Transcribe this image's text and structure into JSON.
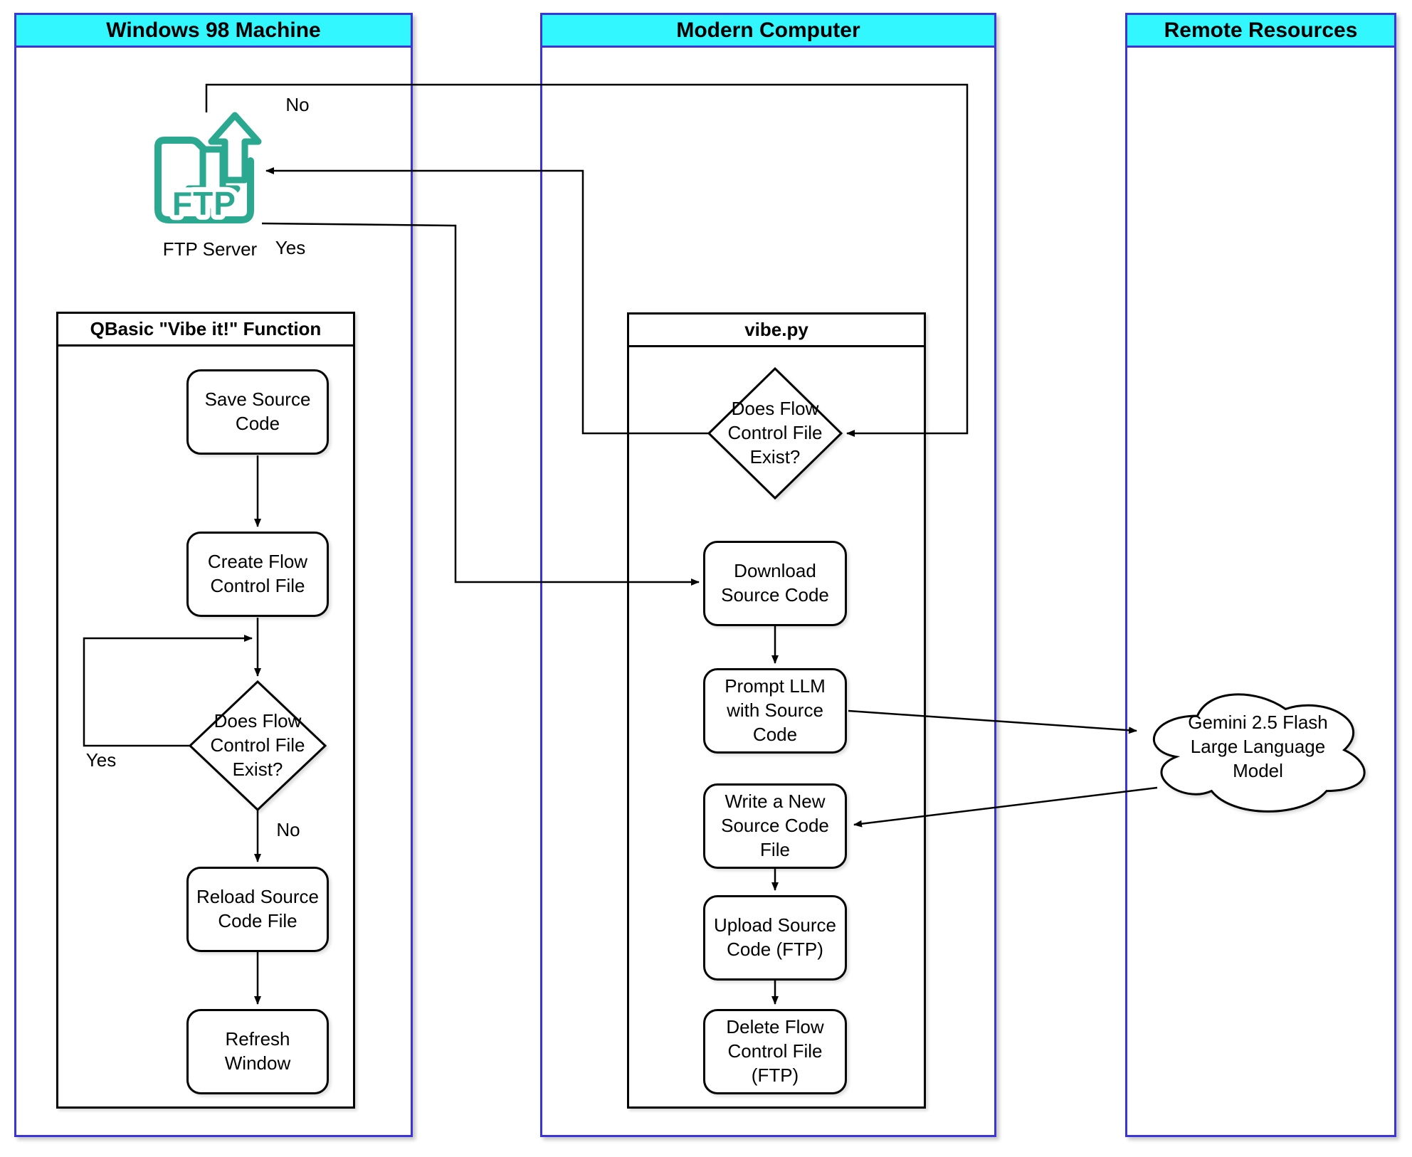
{
  "diagram": {
    "lanes": [
      {
        "id": "win98",
        "title": "Windows 98 Machine"
      },
      {
        "id": "modern",
        "title": "Modern Computer"
      },
      {
        "id": "remote",
        "title": "Remote Resources"
      }
    ],
    "ftp_server": {
      "label": "FTP Server",
      "icon": "ftp-folder-transfer-icon",
      "icon_text": "FTP",
      "icon_color": "#2AA890"
    },
    "qbasic_group": {
      "title": "QBasic \"Vibe it!\" Function",
      "nodes": {
        "save": {
          "label": "Save Source Code"
        },
        "create": {
          "label": "Create Flow Control File"
        },
        "decision": {
          "label": "Does Flow Control File Exist?"
        },
        "reload": {
          "label": "Reload Source Code File"
        },
        "refresh": {
          "label": "Refresh Window"
        }
      }
    },
    "vibepy_group": {
      "title": "vibe.py",
      "nodes": {
        "decision": {
          "label": "Does Flow Control File Exist?"
        },
        "download": {
          "label": "Download Source Code"
        },
        "prompt": {
          "label": "Prompt LLM with Source Code"
        },
        "write": {
          "label": "Write a New Source Code File"
        },
        "upload": {
          "label": "Upload Source Code (FTP)"
        },
        "delete": {
          "label": "Delete Flow Control File (FTP)"
        }
      }
    },
    "cloud": {
      "label": "Gemini 2.5 Flash Large Language Model"
    },
    "edge_labels": {
      "ftp_to_vibepy_decision": "No",
      "ftp_to_download": "Yes",
      "qbasic_loop_yes": "Yes",
      "qbasic_decision_no": "No"
    },
    "colors": {
      "lane_border": "#3B35D9",
      "lane_header_fill": "#33F7FF",
      "shape_stroke": "#000000",
      "ftp_icon": "#2AA890"
    }
  }
}
